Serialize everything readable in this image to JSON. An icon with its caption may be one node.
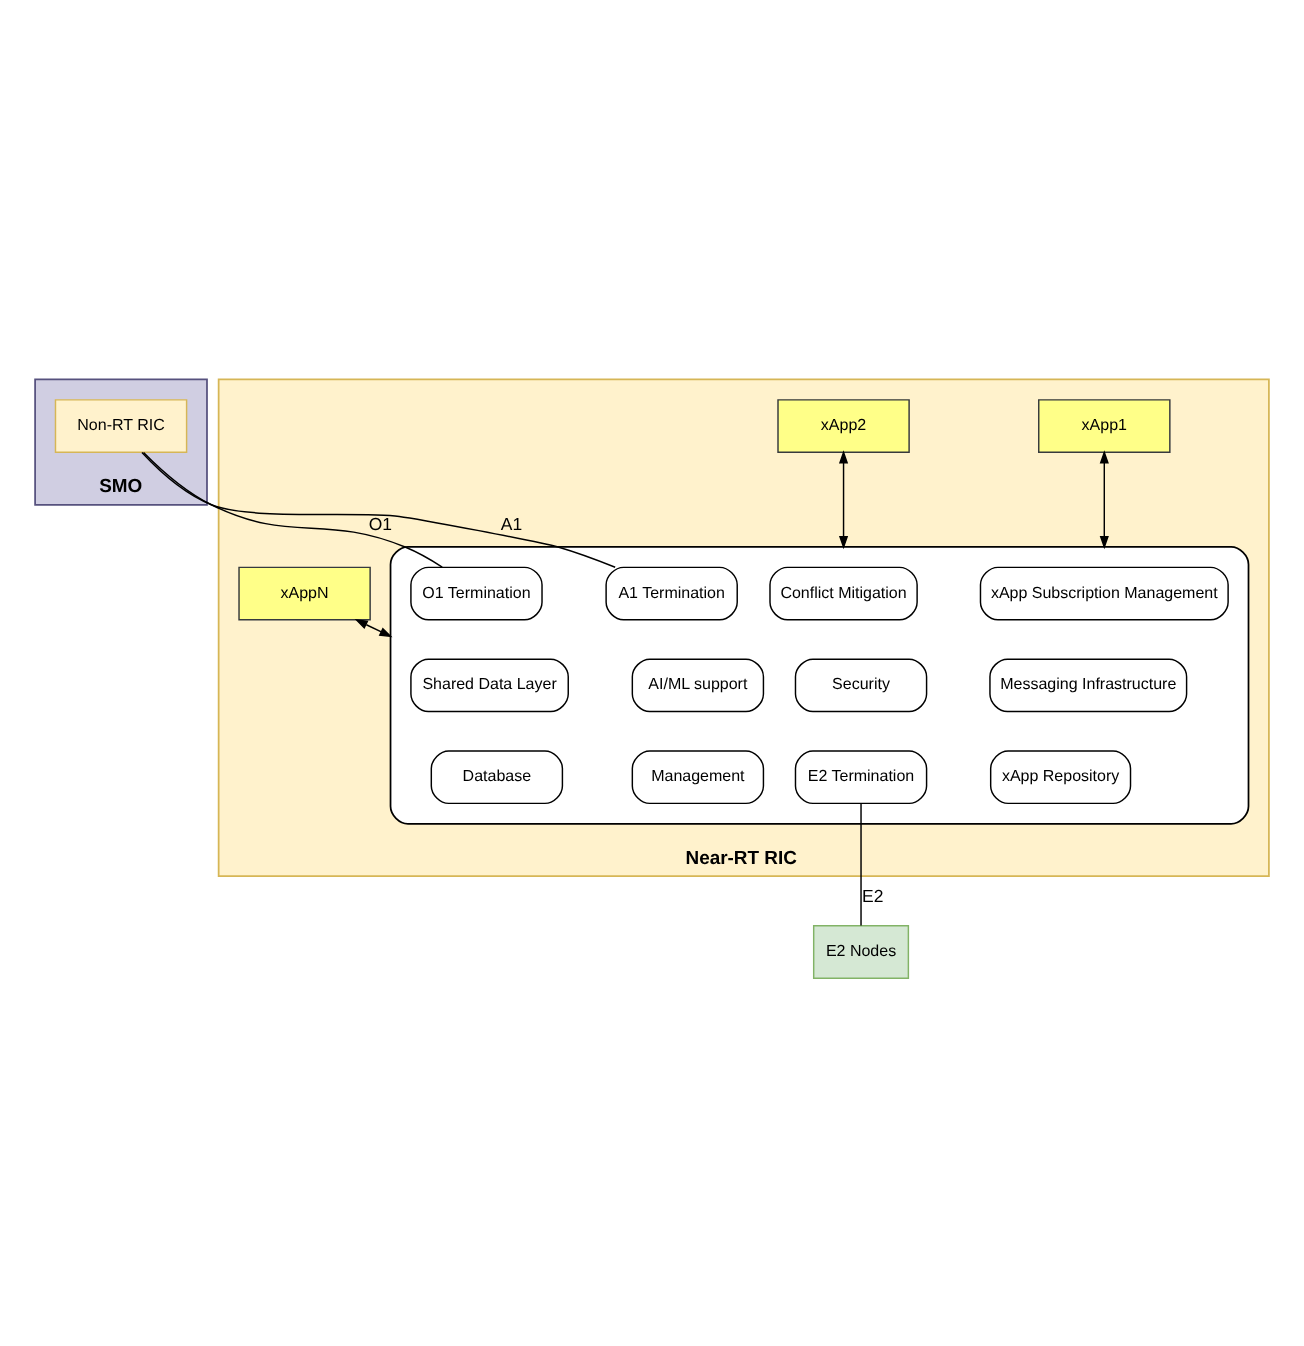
{
  "diagram": {
    "nodes": [
      {
        "text": [
          "SMO"
        ]
      },
      {
        "text": [
          "Non-RT RIC"
        ],
        "in": 0
      },
      {
        "text": [
          "Near-RT RIC"
        ]
      },
      {
        "text": [
          "xApp1"
        ],
        "in": 2
      },
      {
        "text": [
          "xApp2"
        ],
        "in": 2
      },
      {
        "text": [
          "xAppN"
        ],
        "in": 2
      },
      {
        "text": [],
        "shape": "box",
        "in": 2
      },
      {
        "text": [
          "O1 Termination"
        ],
        "in": 6
      },
      {
        "text": [
          "A1 Termination"
        ],
        "in": 6
      },
      {
        "text": [
          "xApp Subscription Management"
        ],
        "in": 6
      },
      {
        "text": [
          "Conflict Mitigation"
        ],
        "in": 6
      },
      {
        "text": [
          "Shared Data Layer"
        ],
        "in": 6
      },
      {
        "text": [
          "AI/ML support"
        ],
        "in": 6
      },
      {
        "text": [
          "Messaging Infrastructure"
        ],
        "in": 6
      },
      {
        "text": [
          "Security"
        ],
        "in": 6
      },
      {
        "text": [
          "Database"
        ],
        "in": 6
      },
      {
        "text": [
          "Management"
        ],
        "in": 6
      },
      {
        "text": [
          "xApp Repository"
        ],
        "in": 6
      },
      {
        "text": [
          "E2 Termination"
        ],
        "in": 6
      },
      {
        "text": [
          "E2 Nodes"
        ]
      }
    ],
    "edges": [
      {
        "from": 1,
        "to": 7,
        "arrow": "none",
        "label": "O1"
      },
      {
        "from": 1,
        "to": 8,
        "arrow": "none",
        "label": "A1"
      },
      {
        "from": 3,
        "to": 6,
        "arrow": "both"
      },
      {
        "from": 4,
        "to": 6,
        "arrow": "both"
      },
      {
        "from": 5,
        "to": 6,
        "arrow": "both"
      },
      {
        "from": 18,
        "to": 19,
        "arrow": "none",
        "label": "E2"
      }
    ]
  }
}
